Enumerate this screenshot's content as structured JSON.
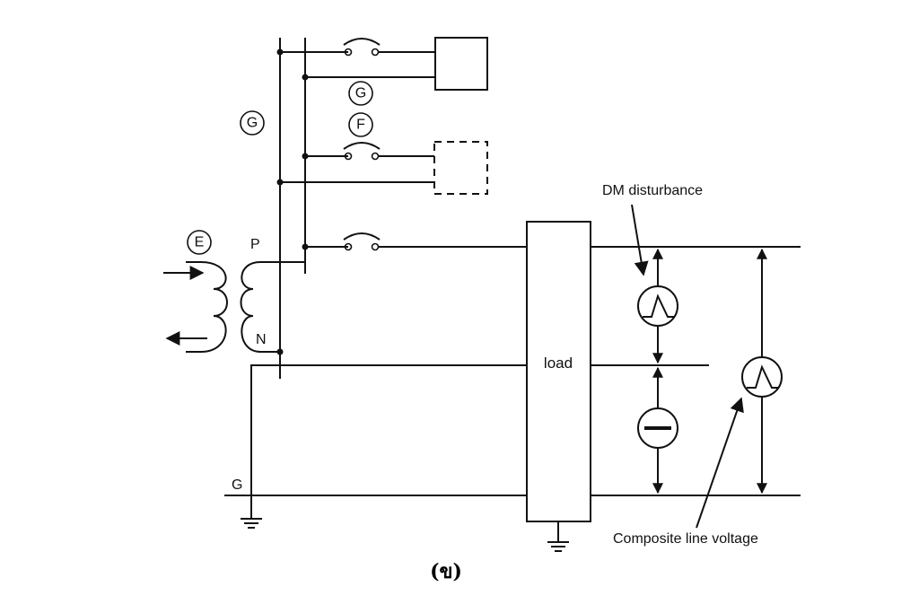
{
  "labels": {
    "transformer_primary": "P",
    "transformer_neutral": "N",
    "ground_line": "G",
    "load": "load",
    "dm_disturbance": "DM disturbance",
    "composite_line_voltage": "Composite line voltage",
    "caption": "(ข)"
  },
  "circled_labels": {
    "g_bus": "G",
    "g_branch": "G",
    "f_branch": "F",
    "e_source": "E"
  }
}
